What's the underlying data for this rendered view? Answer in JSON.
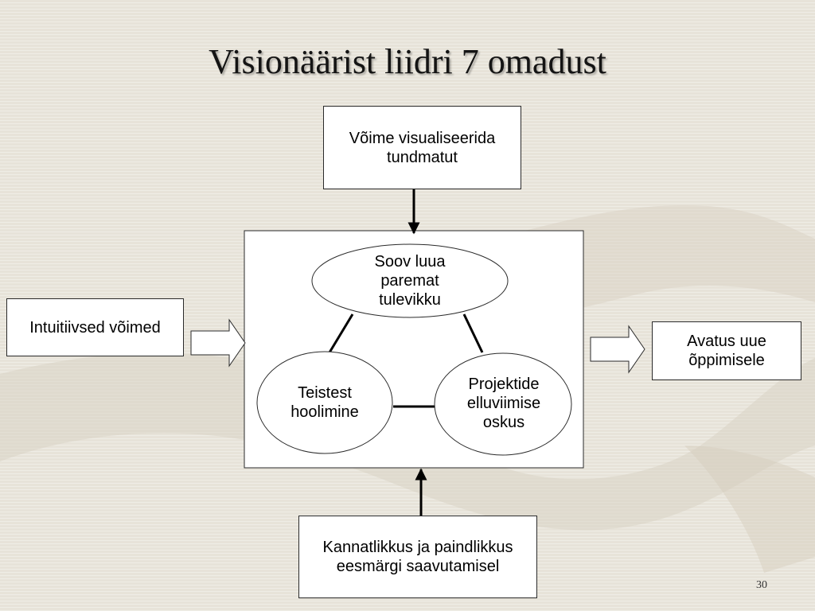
{
  "slide": {
    "title": "Visionäärist liidri 7 omadust",
    "page_number": "30"
  },
  "boxes": {
    "top": "Võime visualiseerida tundmatut",
    "left": "Intuitiivsed võimed",
    "right": "Avatus uue õppimisele",
    "bottom": "Kannatlikkus ja paindlikkus eesmärgi saavutamisel"
  },
  "ellipses": {
    "top": "Soov luua paremat tulevikku",
    "left": "Teistest hoolimine",
    "right": "Projektide elluviimise oskus"
  },
  "colors": {
    "background": "#e7e3d9",
    "box_fill": "#ffffff",
    "line": "#000000"
  }
}
